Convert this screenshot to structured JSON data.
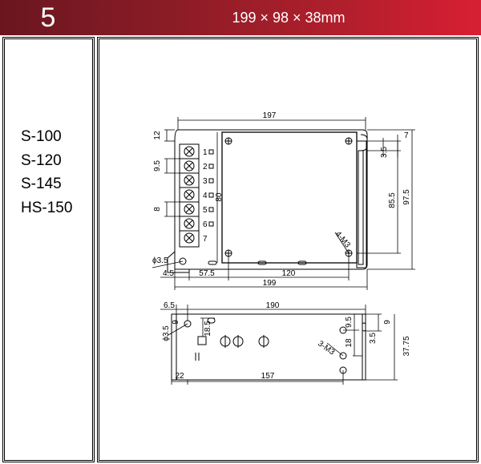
{
  "header": {
    "number": "5",
    "dimensions": "199 × 98 × 38mm"
  },
  "models": [
    "S-100",
    "S-120",
    "S-145",
    "HS-150"
  ],
  "top_view": {
    "dims": {
      "top_width": "197",
      "margin_12": "12",
      "pitch_9_5": "9.5",
      "height_80": "80",
      "pitch_8": "8",
      "offset_7": "7",
      "offset_3_5": "3.5",
      "height_85_5": "85.5",
      "height_97_5": "97.5",
      "hole_label": "ϕ3.5",
      "screw_label": "4-M3",
      "bottom_4_5": "4.5",
      "bottom_57_5": "57.5",
      "bottom_120": "120",
      "bottom_199": "199"
    },
    "terminal_labels": [
      "1",
      "2",
      "3",
      "4",
      "5",
      "6",
      "7"
    ]
  },
  "side_view": {
    "dims": {
      "left_6_5": "6.5",
      "width_190": "190",
      "hole_9": "9",
      "hole_label": "ϕ3.5",
      "slot_18_5": "18.5",
      "right_9_5": "9.5",
      "right_9": "9",
      "screw_label": "3-M3",
      "height_18": "18",
      "right_3_5": "3.5",
      "height_37_75": "37.75",
      "bottom_22": "22",
      "bottom_157": "157"
    }
  }
}
